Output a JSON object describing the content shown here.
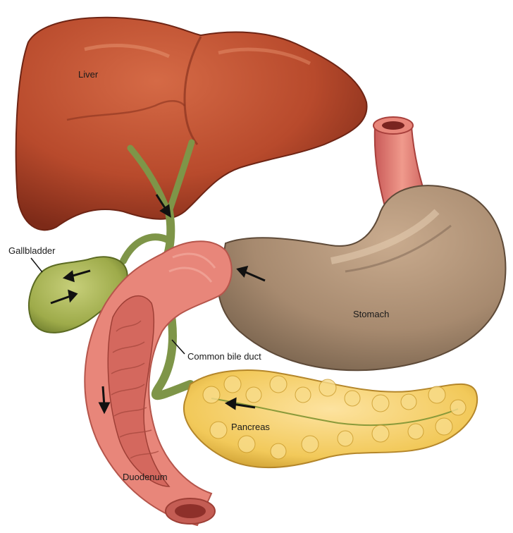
{
  "labels": {
    "liver": "Liver",
    "gallbladder": "Gallbladder",
    "stomach": "Stomach",
    "common_bile_duct": "Common bile duct",
    "pancreas": "Pancreas",
    "duodenum": "Duodenum"
  },
  "colors": {
    "liver": "#b84a2c",
    "stomach": "#a78a6f",
    "duodenum": "#e8867a",
    "pancreas": "#f2c95a",
    "gallbladder": "#9eab4a",
    "bile_duct": "#7e9548",
    "arrow": "#111111"
  }
}
